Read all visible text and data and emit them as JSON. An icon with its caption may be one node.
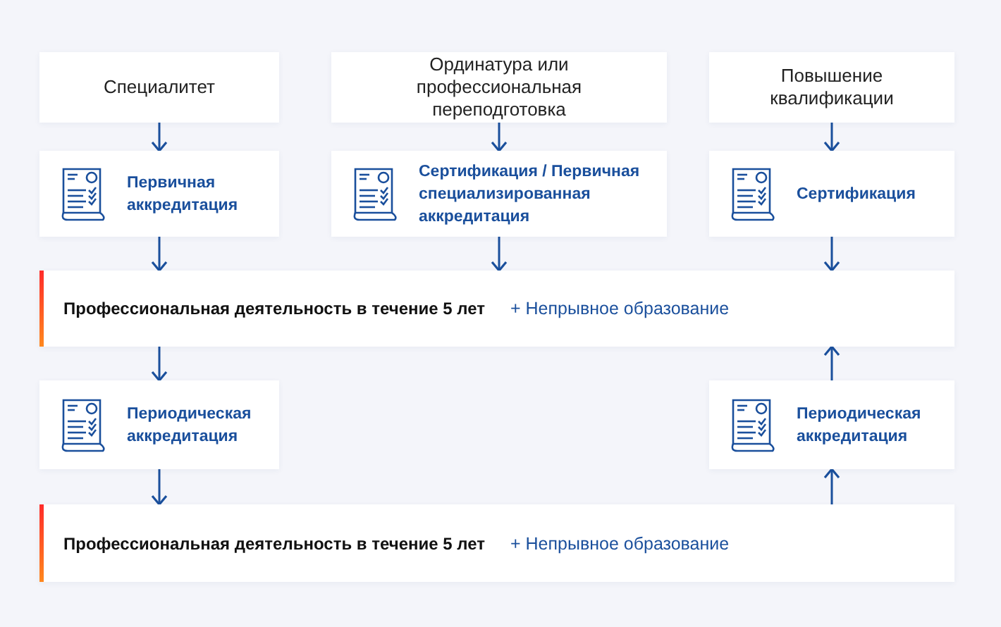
{
  "diagram": {
    "nodes": [
      {
        "text": [
          "Специалитет"
        ]
      },
      {
        "text": [
          "Ординатура или профессиональная переподготовка"
        ]
      },
      {
        "text": [
          "Повышение квалификации"
        ]
      },
      {
        "text": [
          "Первичная аккредитация"
        ]
      },
      {
        "text": [
          "Сертификация / Первичная специализированная аккредитация"
        ]
      },
      {
        "text": [
          "Сертификация"
        ]
      },
      {
        "text": [
          "Профессиональная деятельность в течение 5 лет",
          "+ Непрывное образование"
        ]
      },
      {
        "text": [
          "Периодическая аккредитация"
        ]
      },
      {
        "text": [
          "Периодическая аккредитация"
        ]
      },
      {
        "text": [
          "Профессиональная деятельность в течение 5 лет",
          "+ Непрывное образование"
        ]
      }
    ],
    "edges": [
      {
        "from": 0,
        "to": 3,
        "arrow": "to"
      },
      {
        "from": 1,
        "to": 4,
        "arrow": "to"
      },
      {
        "from": 2,
        "to": 5,
        "arrow": "to"
      },
      {
        "from": 3,
        "to": 6,
        "arrow": "to"
      },
      {
        "from": 4,
        "to": 6,
        "arrow": "to"
      },
      {
        "from": 5,
        "to": 6,
        "arrow": "to"
      },
      {
        "from": 6,
        "to": 7,
        "arrow": "to"
      },
      {
        "from": 7,
        "to": 9,
        "arrow": "to"
      },
      {
        "from": 9,
        "to": 8,
        "arrow": "to"
      },
      {
        "from": 8,
        "to": 6,
        "arrow": "to"
      }
    ]
  }
}
